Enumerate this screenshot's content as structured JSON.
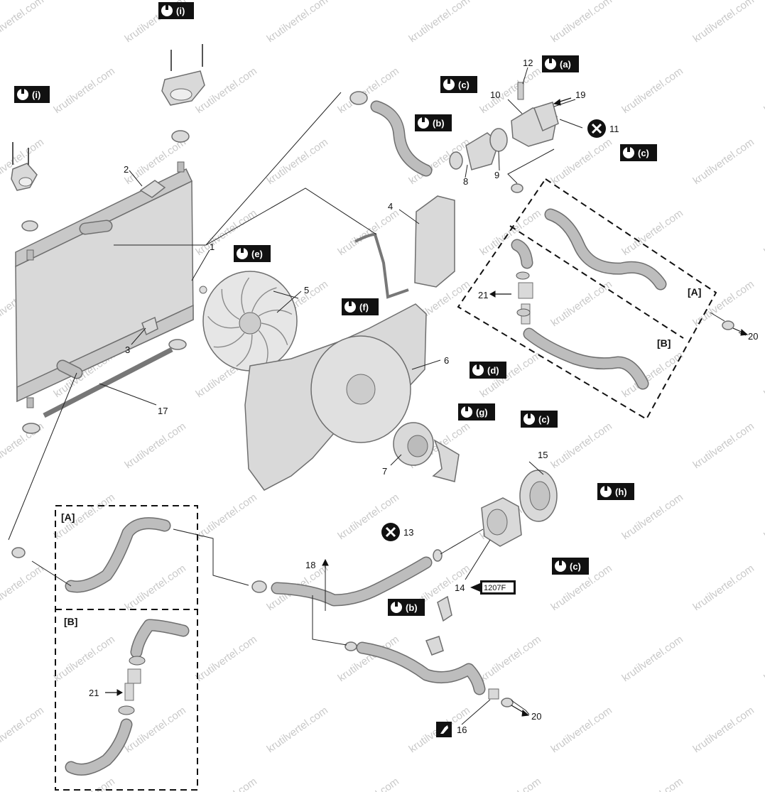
{
  "watermark": "krutilvertel.com",
  "callouts": {
    "n1": "1",
    "n2": "2",
    "n3": "3",
    "n4": "4",
    "n5": "5",
    "n6": "6",
    "n7": "7",
    "n8": "8",
    "n9": "9",
    "n10": "10",
    "n11": "11",
    "n12": "12",
    "n13": "13",
    "n14": "14",
    "n15": "15",
    "n16": "16",
    "n17": "17",
    "n18": "18",
    "n19": "19",
    "n20a": "20",
    "n20b": "20",
    "n21a": "21",
    "n21b": "21"
  },
  "torque_tags": {
    "i1": "(i)",
    "i2": "(i)",
    "a": "(a)",
    "c1": "(c)",
    "b1": "(b)",
    "c2": "(c)",
    "e": "(e)",
    "f": "(f)",
    "d": "(d)",
    "g": "(g)",
    "c3": "(c)",
    "h": "(h)",
    "c4": "(c)",
    "b2": "(b)"
  },
  "sealant_code": "1207F",
  "detail_labels": {
    "A_top": "[A]",
    "B_top": "[B]",
    "A_bottom": "[A]",
    "B_bottom": "[B]"
  },
  "colors": {
    "part_fill": "#d9d9d9",
    "outline": "#6e6e6e",
    "tag_bg": "#111111",
    "tag_text": "#ffffff"
  }
}
